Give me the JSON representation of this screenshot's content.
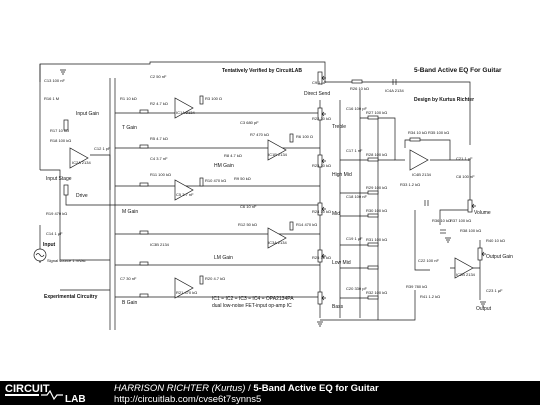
{
  "schematic": {
    "title": "5-Band Active EQ For Guitar",
    "verified": "Tentatively Verified by CircuitLAB",
    "designer": "Design by Kurtus Richter",
    "experimental": "Experimental Circuitry",
    "ic_note": "IC1 = IC2 = IC3 = IC4 = OPA2134PA",
    "ic_note2": "dual low-noise FET-input op-amp IC",
    "labels": {
      "input_gain": "Input Gain",
      "input_stage": "Input Stage",
      "input": "Input",
      "drive": "Drive",
      "t_gain": "T Gain",
      "hm_gain": "HM Gain",
      "m_gain": "M Gain",
      "lm_gain": "LM Gain",
      "b_gain": "B Gain",
      "direct_send": "Direct Send",
      "treble": "Treble",
      "high_mid": "High Mid",
      "mid": "Mid",
      "low_mid": "Low Mid",
      "bass": "Bass",
      "volume": "Volume",
      "output_gain": "Output Gain",
      "output": "Output",
      "signal_source": "Signal source 1 mVac"
    },
    "parts": [
      "C13 100 nF",
      "R16 1 M",
      "R17 10 kΩ",
      "R18 100 kΩ",
      "C12 1 pF",
      "IC2A 2134",
      "R19 470 kΩ",
      "C14 1 µF",
      "R1 10 kΩ",
      "R2 4.7 kΩ",
      "R3 100 Ω",
      "C2 50 nF",
      "IC1A 2134",
      "R5 4.7 kΩ",
      "R6 100 Ω",
      "C3 680 pF",
      "R7 470 kΩ",
      "IC1B 2134",
      "R8 4.7 kΩ",
      "R9 50 kΩ",
      "C4 3.7 nF",
      "R10 470 kΩ",
      "R11 100 kΩ",
      "C5 3.7 nF",
      "IC3A 2134",
      "R12 50 kΩ",
      "C6 10 nF",
      "R14 470 kΩ",
      "IC3B 2134",
      "C7 30 nF",
      "R20 4.7 kΩ",
      "R21 470 kΩ",
      "IC4A 2134",
      "C8 100 nF",
      "C9 1 µF",
      "R22 10 kΩ",
      "R23 10 kΩ",
      "R24 10 kΩ",
      "R25 10 kΩ",
      "R26 10 kΩ",
      "R27 100 kΩ",
      "R28 100 kΩ",
      "R29 100 kΩ",
      "R30 100 kΩ",
      "R31 100 kΩ",
      "R32 100 kΩ",
      "C16 100 pF",
      "C17 1 nF",
      "C18 100 nF",
      "C19 1 µF",
      "C20 330 pF",
      "R33 1.2 kΩ",
      "IC4B 2134",
      "R34 10 kΩ",
      "R35 100 kΩ",
      "C21 1 µF",
      "R36 10 kΩ",
      "R37 100 kΩ",
      "R38 100 kΩ",
      "IC2B 2134",
      "C22 100 nF",
      "R39 780 kΩ",
      "C23 1 µF",
      "R40 10 kΩ",
      "R41 1.2 kΩ"
    ]
  },
  "footer": {
    "logo_top": "CIRCUIT",
    "logo_bottom": "LAB",
    "author": "HARRISON RICHTER (Kurtus)",
    "separator": " / ",
    "project": "5-Band Active EQ for Guitar",
    "url": "http://circuitlab.com/cvse6t7synns5"
  }
}
